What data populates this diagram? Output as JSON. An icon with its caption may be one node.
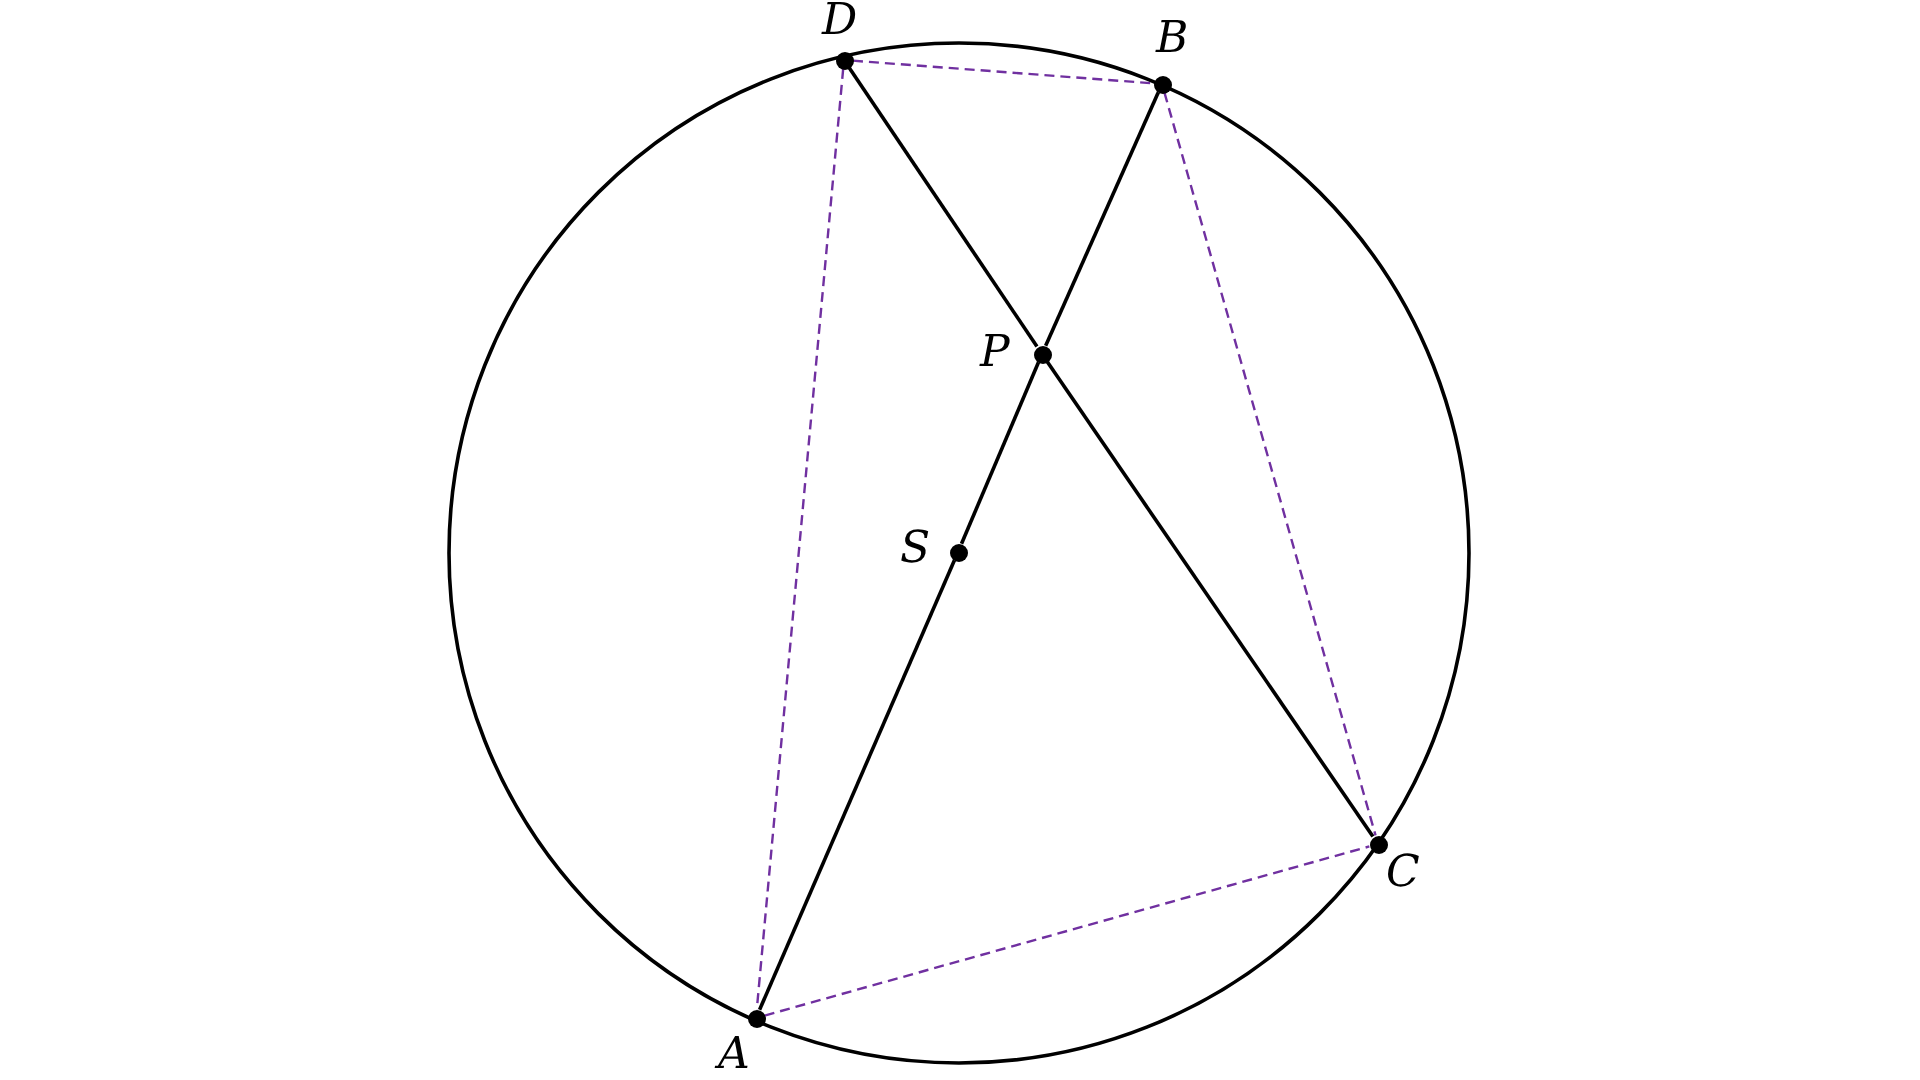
{
  "diagram": {
    "nodes": [
      {
        "text": [],
        "shape": "circle",
        "beside": [
          "D"
        ]
      },
      {
        "text": [],
        "shape": "circle",
        "beside": [
          "B"
        ]
      },
      {
        "text": [],
        "shape": "circle",
        "beside": [
          "P"
        ]
      },
      {
        "text": [],
        "shape": "circle",
        "beside": [
          "S"
        ]
      },
      {
        "text": [],
        "shape": "circle",
        "beside": [
          "C"
        ]
      },
      {
        "text": [],
        "shape": "circle",
        "beside": [
          "A"
        ]
      }
    ],
    "edges": [
      {
        "from": 5,
        "to": 3,
        "arrow": "none"
      },
      {
        "from": 3,
        "to": 2,
        "arrow": "none"
      },
      {
        "from": 2,
        "to": 1,
        "arrow": "none"
      },
      {
        "from": 0,
        "to": 2,
        "arrow": "none"
      },
      {
        "from": 2,
        "to": 4,
        "arrow": "none"
      },
      {
        "from": 0,
        "to": 5,
        "arrow": "none",
        "style": "dashed",
        "color": "#7030a0"
      },
      {
        "from": 0,
        "to": 1,
        "arrow": "none",
        "style": "dashed",
        "color": "#7030a0"
      },
      {
        "from": 1,
        "to": 4,
        "arrow": "none",
        "style": "dashed",
        "color": "#7030a0"
      },
      {
        "from": 5,
        "to": 4,
        "arrow": "none",
        "style": "dashed",
        "color": "#7030a0"
      }
    ]
  }
}
